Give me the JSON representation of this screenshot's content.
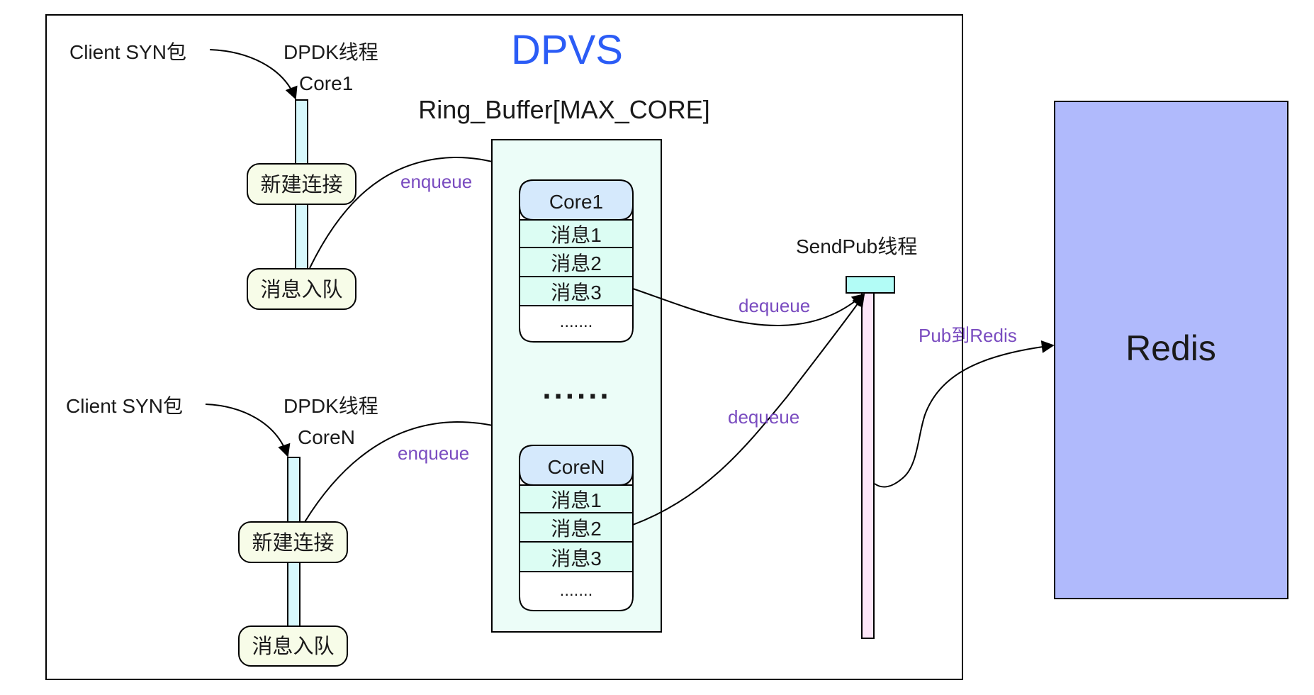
{
  "title": "DPVS",
  "colors": {
    "title": "#2b5cf6",
    "edge_label": "#7a4cc0",
    "lifeline_fill": "#d7f8fc",
    "step_fill": "#f7fce8",
    "ring_fill": "#ecfdf8",
    "core_header_fill": "#d5e9fc",
    "msg_row_fill": "#dcfdf3",
    "sendpub_head_fill": "#b2fcf6",
    "sendpub_bar_fill": "#fde6f8",
    "redis_fill": "#b0bafc"
  },
  "threads": [
    {
      "source_label": "Client SYN包",
      "thread_label": "DPDK线程",
      "core_label": "Core1",
      "steps": [
        "新建连接",
        "消息入队"
      ],
      "enqueue_label": "enqueue"
    },
    {
      "source_label": "Client SYN包",
      "thread_label": "DPDK线程",
      "core_label": "CoreN",
      "steps": [
        "新建连接",
        "消息入队"
      ],
      "enqueue_label": "enqueue"
    }
  ],
  "ring_buffer": {
    "title": "Ring_Buffer[MAX_CORE]",
    "ellipsis": "......",
    "queues": [
      {
        "header": "Core1",
        "messages": [
          "消息1",
          "消息2",
          "消息3"
        ],
        "more": "......."
      },
      {
        "header": "CoreN",
        "messages": [
          "消息1",
          "消息2",
          "消息3"
        ],
        "more": "......."
      }
    ]
  },
  "sendpub": {
    "label": "SendPub线程",
    "dequeue_labels": [
      "dequeue",
      "dequeue"
    ],
    "pub_label": "Pub到Redis"
  },
  "redis": {
    "label": "Redis"
  }
}
